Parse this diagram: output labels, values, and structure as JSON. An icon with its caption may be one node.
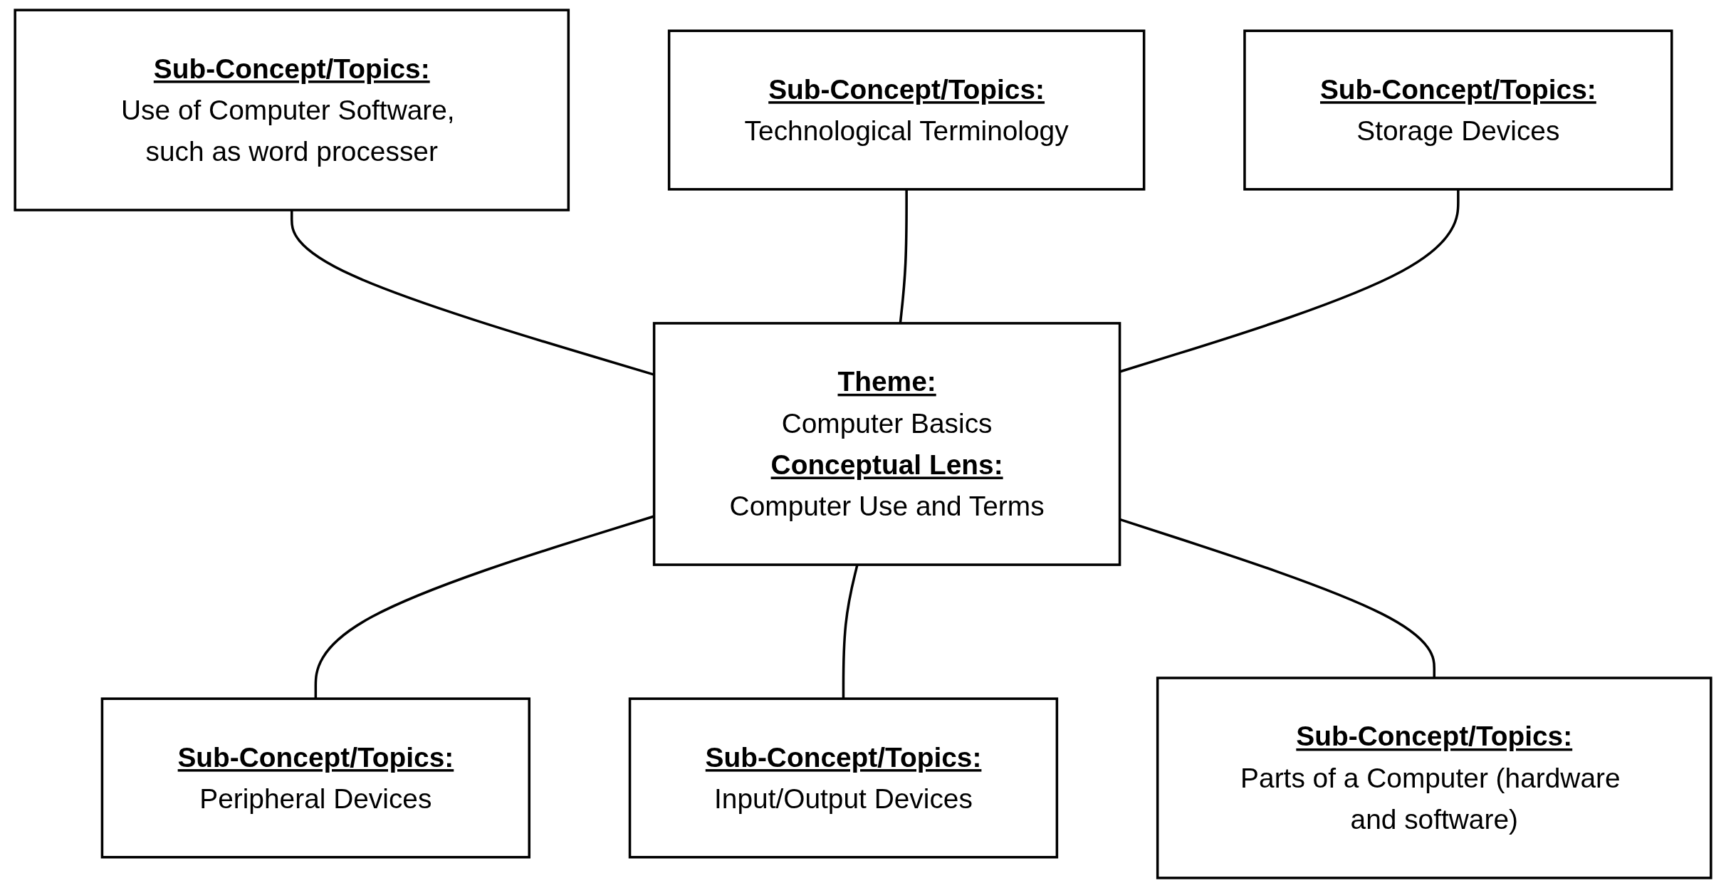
{
  "diagram": {
    "nodes": [
      {
        "text": [
          "Sub-Concept/Topics:",
          "Technological Terminology"
        ]
      },
      {
        "text": [
          "Sub-Concept/Topics:",
          "Use of Computer Software, such as word processer"
        ]
      },
      {
        "text": [
          "Sub-Concept/Topics:",
          "Storage Devices"
        ]
      },
      {
        "text": [
          "Theme:",
          "Computer Basics",
          "Conceptual Lens:",
          "Computer Use and Terms"
        ]
      },
      {
        "text": [
          "Sub-Concept/Topics:",
          "Peripheral Devices"
        ]
      },
      {
        "text": [
          "Sub-Concept/Topics:",
          "Input/Output Devices"
        ]
      },
      {
        "text": [
          "Sub-Concept/Topics:",
          "Parts of a Computer (hardware and software)"
        ]
      }
    ],
    "edges": [
      {
        "from": 1,
        "to": 3,
        "arrow": "none"
      },
      {
        "from": 0,
        "to": 3,
        "arrow": "none"
      },
      {
        "from": 2,
        "to": 3,
        "arrow": "none"
      },
      {
        "from": 3,
        "to": 4,
        "arrow": "none"
      },
      {
        "from": 3,
        "to": 5,
        "arrow": "none"
      },
      {
        "from": 3,
        "to": 6,
        "arrow": "none"
      }
    ]
  }
}
